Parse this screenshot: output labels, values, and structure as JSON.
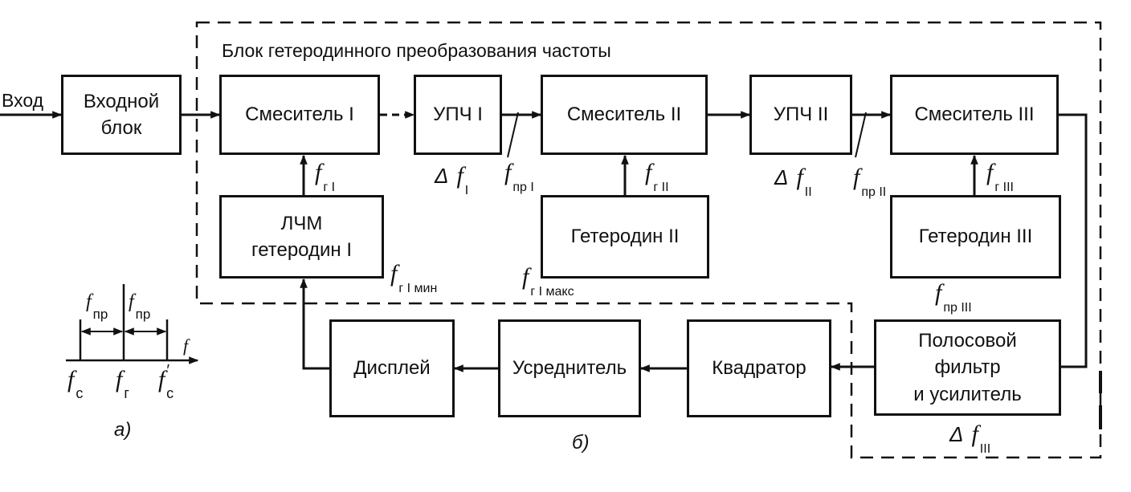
{
  "block_title": "Блок гетеродинного преобразования частоты",
  "input_label": "Вход",
  "blocks": {
    "input_block": [
      "Входной",
      "блок"
    ],
    "mixer1": "Смеситель I",
    "ifa1": "УПЧ I",
    "mixer2": "Смеситель II",
    "ifa2": "УПЧ II",
    "mixer3": "Смеситель III",
    "lo1": [
      "ЛЧМ",
      "гетеродин I"
    ],
    "lo2": "Гетеродин II",
    "lo3": "Гетеродин III",
    "bandpass": [
      "Полосовой",
      "фильтр",
      "и усилитель"
    ],
    "squarer": "Квадратор",
    "averager": "Усреднитель",
    "display": "Дисплей"
  },
  "labels": {
    "f": "f",
    "sub_g1": "г I",
    "sub_g2": "г II",
    "sub_g3": "г III",
    "delta": "Δ",
    "sub_1": "I",
    "sub_2": "II",
    "sub_3": "III",
    "sub_pr1": "пр I",
    "sub_pr2": "пр II",
    "sub_pr3": "пр III",
    "sub_g1min": "г I мин",
    "sub_g1max": "г I макс",
    "sub_pr": "пр",
    "sub_c": "с",
    "sub_g": "г",
    "prime": "′"
  },
  "captions": {
    "a": "а)",
    "b": "б)"
  }
}
